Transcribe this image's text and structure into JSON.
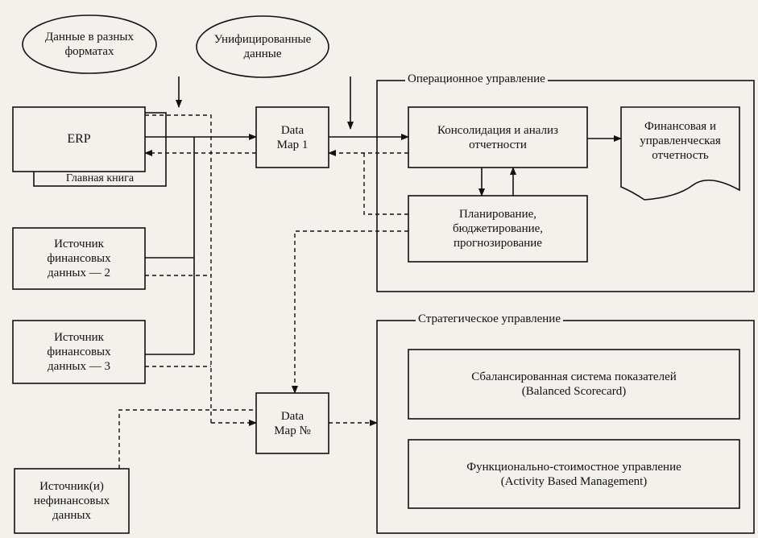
{
  "ellipses": {
    "formats": "Данные в разных\nформатах",
    "unified": "Унифицированные\nданные"
  },
  "boxes": {
    "erp": "ERP",
    "ledger": "Главная книга",
    "source2": "Источник\nфинансовых\nданных — 2",
    "source3": "Источник\nфинансовых\nданных — 3",
    "nonfin": "Источник(и)\nнефинансовых\nданных",
    "datamap1": "Data\nMap 1",
    "datamapN": "Data\nMap №",
    "consolidation": "Консолидация и анализ\nотчетности",
    "planning": "Планирование,\nбюджетирование,\nпрогнозирование",
    "reporting": "Финансовая и\nуправленческая\nотчетность",
    "bsc": "Сбалансированная система показателей\n(Balanced Scorecard)",
    "abm": "Функционально-стоимостное управление\n(Activity Based Management)"
  },
  "groups": {
    "operational": "Операционное управление",
    "strategic": "Стратегическое управление"
  }
}
